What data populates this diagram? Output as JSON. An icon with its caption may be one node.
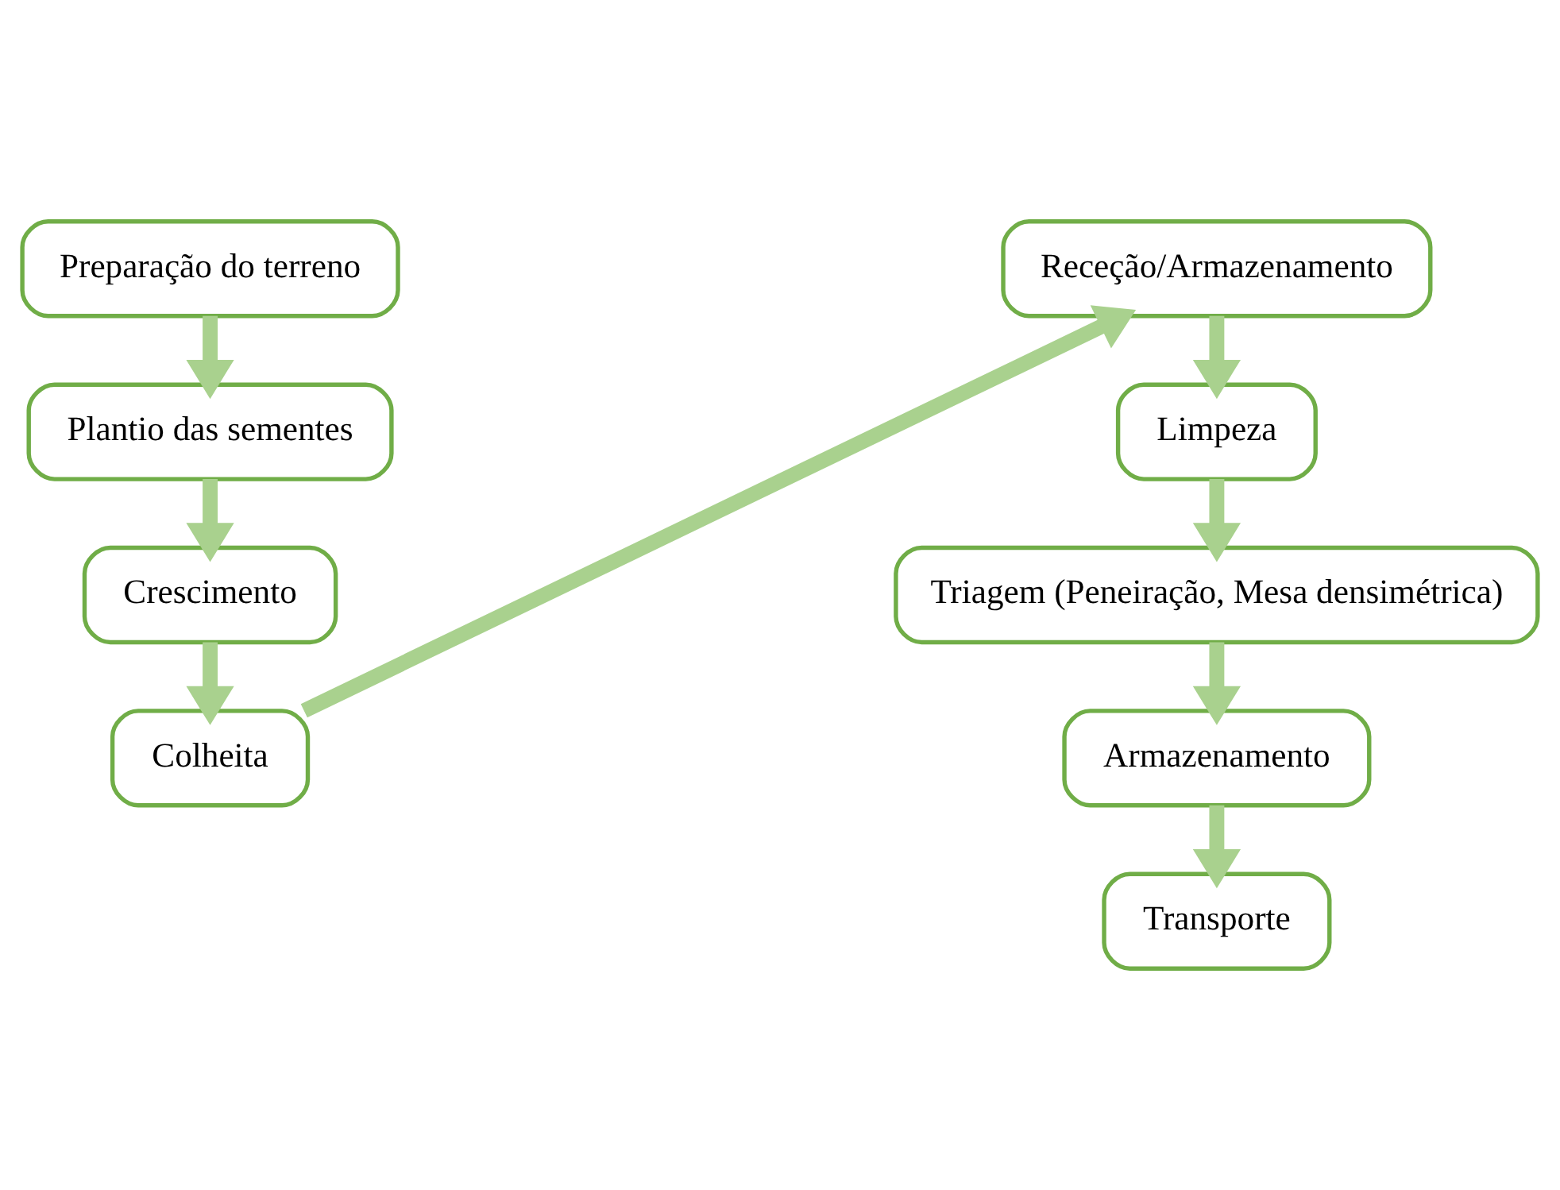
{
  "diagram": {
    "nodes": [
      {
        "text": [
          "Preparação do terreno"
        ]
      },
      {
        "text": [
          "Plantio das sementes"
        ]
      },
      {
        "text": [
          "Crescimento"
        ]
      },
      {
        "text": [
          "Colheita"
        ]
      },
      {
        "text": [
          "Receção/Armazenamento"
        ]
      },
      {
        "text": [
          "Limpeza"
        ]
      },
      {
        "text": [
          "Triagem (Peneiração, Mesa densimétrica)"
        ]
      },
      {
        "text": [
          "Armazenamento"
        ]
      },
      {
        "text": [
          "Transporte"
        ]
      }
    ],
    "edges": [
      {
        "from": 0,
        "to": 1,
        "arrow": "to"
      },
      {
        "from": 1,
        "to": 2,
        "arrow": "to"
      },
      {
        "from": 2,
        "to": 3,
        "arrow": "to"
      },
      {
        "from": 3,
        "to": 4,
        "arrow": "to"
      },
      {
        "from": 4,
        "to": 5,
        "arrow": "to"
      },
      {
        "from": 5,
        "to": 6,
        "arrow": "to"
      },
      {
        "from": 6,
        "to": 7,
        "arrow": "to"
      },
      {
        "from": 7,
        "to": 8,
        "arrow": "to"
      }
    ]
  }
}
